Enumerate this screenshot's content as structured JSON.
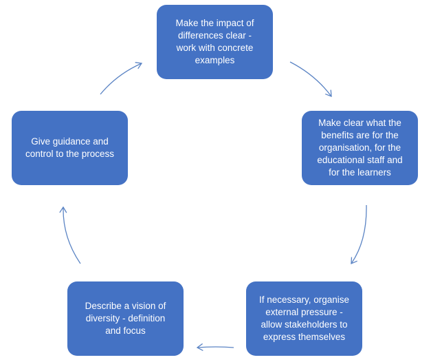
{
  "diagram": {
    "nodes": [
      {
        "id": "top",
        "text": "Make the impact of\ndifferences clear -\nwork with concrete\nexamples"
      },
      {
        "id": "right",
        "text": "Make clear what the\nbenefits are for the\norganisation, for the\neducational staff and\nfor the learners"
      },
      {
        "id": "br",
        "text": "If necessary, organise\nexternal pressure -\nallow stakeholders to\nexpress themselves"
      },
      {
        "id": "bl",
        "text": "Describe a vision of\ndiversity - definition\nand focus"
      },
      {
        "id": "left",
        "text": "Give guidance and\ncontrol to the process"
      }
    ],
    "colors": {
      "node_fill": "#4472c4",
      "node_text": "#ffffff",
      "arrow": "#5b84c4"
    }
  }
}
